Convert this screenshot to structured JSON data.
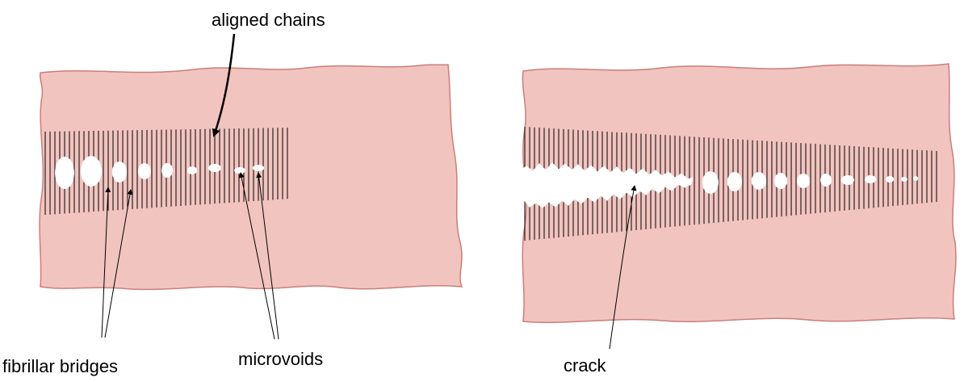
{
  "diagram": {
    "labels": {
      "aligned_chains": "aligned chains",
      "fibrillar_bridges": "fibrillar bridges",
      "microvoids": "microvoids",
      "crack": "crack"
    },
    "colors": {
      "sheet_fill": "#f2c4bf",
      "sheet_edge": "#c97f7a",
      "lines": "#000000",
      "voids": "#ffffff"
    }
  }
}
